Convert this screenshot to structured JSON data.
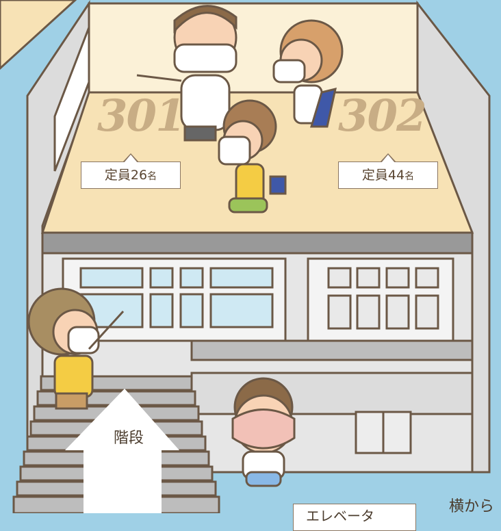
{
  "rooms": [
    {
      "number": "301",
      "capacity_label": "定員",
      "capacity_value": "26",
      "capacity_unit": "名"
    },
    {
      "number": "302",
      "capacity_label": "定員",
      "capacity_value": "44",
      "capacity_unit": "名"
    }
  ],
  "stairs_label": "階段",
  "elevator_label": "エレベータ",
  "side_text": "横から",
  "colors": {
    "sky": "#9fd0e6",
    "floor": "#f7e2b5",
    "wall": "#d9d9d9",
    "outline": "#6b5846",
    "room_number": "#c8ad85"
  }
}
